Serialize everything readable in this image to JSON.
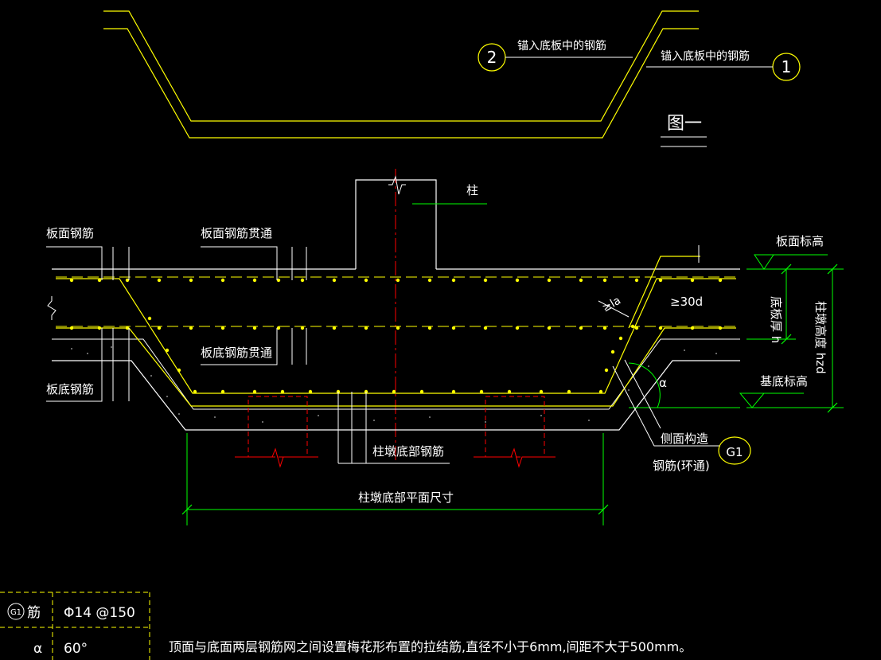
{
  "colors": {
    "background": "#000000",
    "concrete": "#ffffff",
    "rebar": "#ffff00",
    "dimension": "#00ff00",
    "dashed_box": "#ff0000",
    "column_axis": "#ff0000"
  },
  "figure_one": {
    "label": "图一",
    "callout_2_num": "2",
    "callout_2_text": "锚入底板中的钢筋",
    "callout_1_num": "1",
    "callout_1_text": "锚入底板中的钢筋"
  },
  "section": {
    "column_label": "柱",
    "top_rebar": "板面钢筋",
    "top_rebar_through": "板面钢筋贯通",
    "bottom_rebar_through": "板底钢筋贯通",
    "bottom_rebar": "板底钢筋",
    "pier_bottom_rebar": "柱墩底部钢筋",
    "pier_bottom_dim": "柱墩底部平面尺寸",
    "slab_top_elev": "板面标高",
    "slab_thickness": "底板厚 h",
    "pier_height": "柱墩高度 hzd",
    "base_elev": "基底标高",
    "anchor_30d": "≥30d",
    "anchor_la": "≥la",
    "angle": "α",
    "side_rebar_1": "侧面构造",
    "side_rebar_2": "钢筋(环通)",
    "g1": "G1"
  },
  "table": {
    "rows": [
      {
        "label_num": "G1",
        "label_suffix": "筋",
        "value": "Φ14 @150"
      },
      {
        "label_num": "α",
        "label_suffix": "",
        "value": "60°"
      }
    ]
  },
  "note": "顶面与底面两层钢筋网之间设置梅花形布置的拉结筋,直径不小于6mm,间距不大于500mm。"
}
